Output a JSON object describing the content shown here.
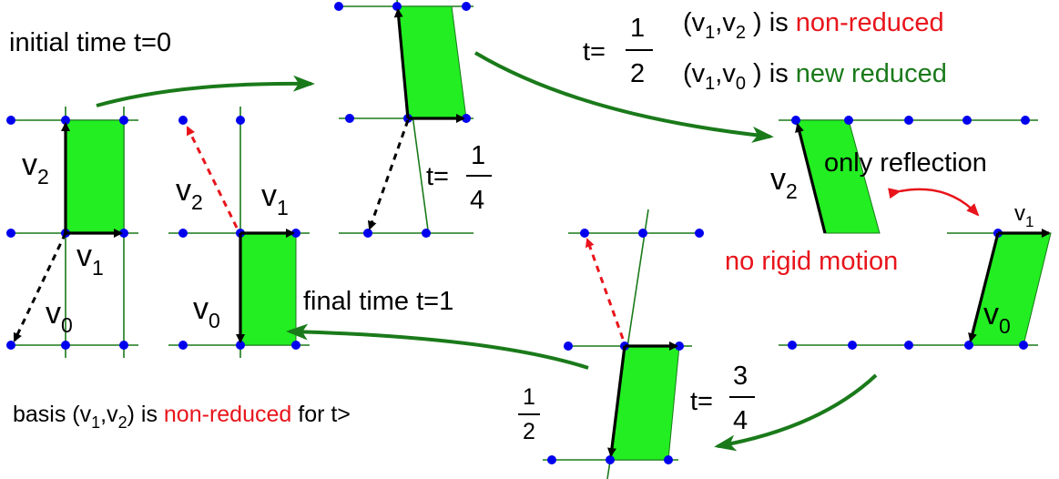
{
  "colors": {
    "lattice": "#1a7a1a",
    "cell_fill": "#22ee22",
    "point": "#0000ee",
    "highlight_red": "#e8141b",
    "highlight_green": "#1a7a1a"
  },
  "labels": {
    "initial": "initial time t=0",
    "final": "final time t=1",
    "t_eq": "t=",
    "frac_num_1": "1",
    "frac_den_2": "2",
    "frac_den_4": "4",
    "frac_num_3": "3",
    "v": "v",
    "sub0": "0",
    "sub1": "1",
    "sub2": "2",
    "pair_open": "(v",
    "comma_v": ",v",
    "pair_close": " )",
    "is": " is ",
    "non_reduced": "non-reduced",
    "new_reduced": "new reduced",
    "only_reflection": "only reflection",
    "no_rigid_motion": "no rigid motion",
    "basis_prefix": "basis (v",
    "basis_close": ")",
    "for_t": " for t>"
  }
}
